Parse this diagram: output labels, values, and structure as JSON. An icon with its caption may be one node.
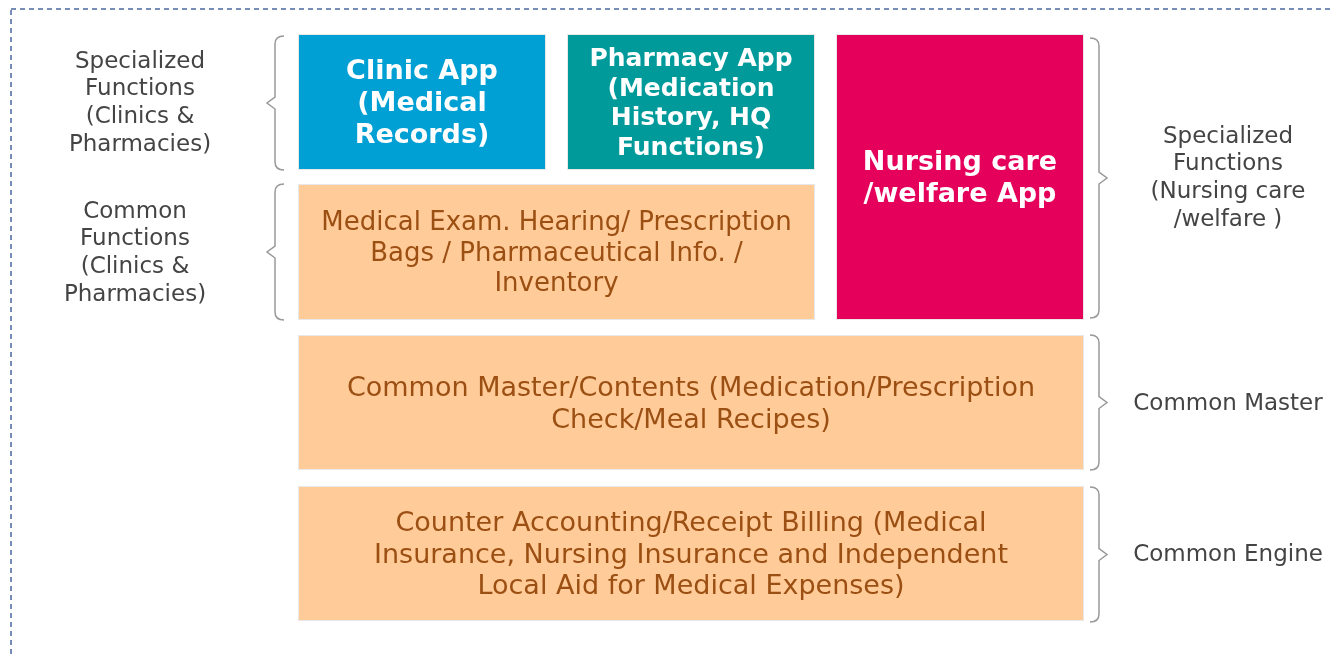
{
  "diagram": {
    "nodes": [
      {
        "text": [
          "Clinic App (Medical Records)"
        ]
      },
      {
        "text": [
          "Pharmacy App (Medication History, HQ Functions)"
        ]
      },
      {
        "text": [
          "Nursing care /welfare App"
        ]
      },
      {
        "text": [
          "Medical Exam. Hearing/ Prescription Bags / Pharmaceutical Info. / Inventory"
        ]
      },
      {
        "text": [
          "Common Master/Contents (Medication/Prescription Check/Meal Recipes)"
        ]
      },
      {
        "text": [
          "Counter Accounting/Receipt Billing (Medical Insurance, Nursing Insurance and Independent Local Aid for Medical Expenses)"
        ]
      }
    ],
    "edges": [],
    "labels": [
      "Specialized Functions (Clinics & Pharmacies)",
      "Common Functions (Clinics & Pharmacies)",
      "Specialized Functions (Nursing care /welfare )",
      "Common Master",
      "Common Engine"
    ]
  }
}
